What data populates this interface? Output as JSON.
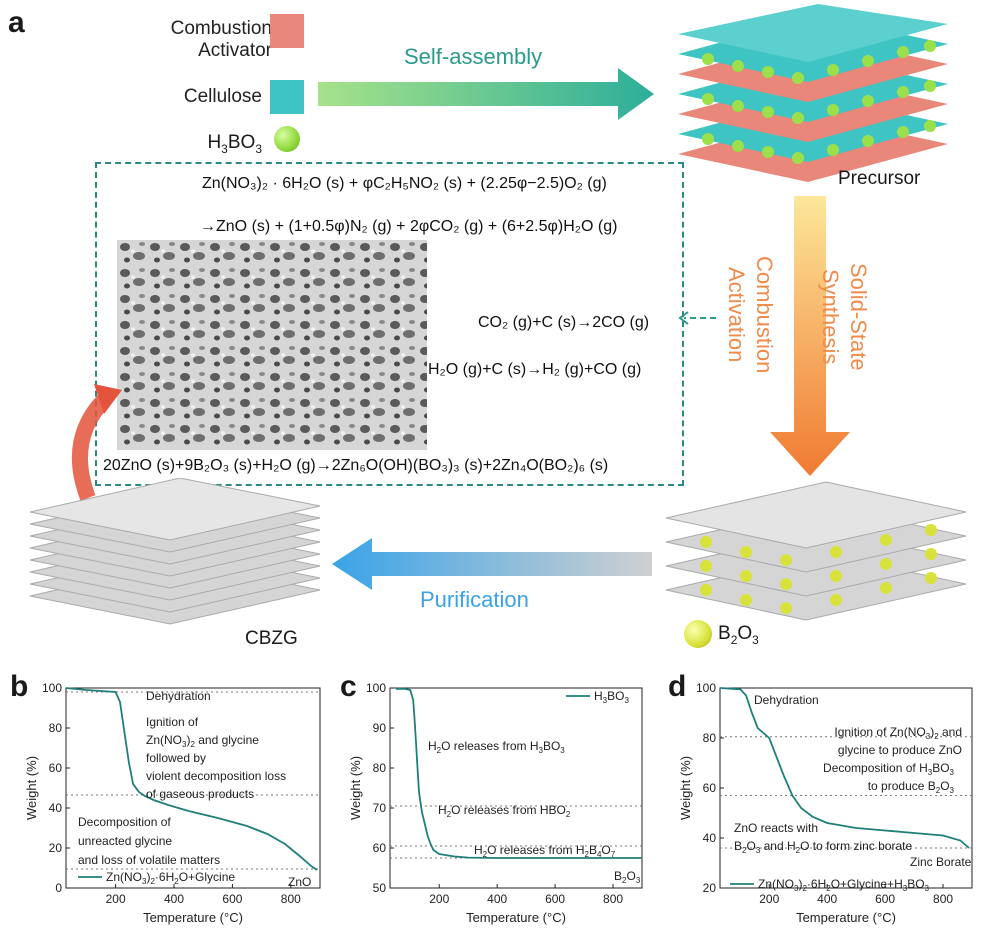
{
  "panel_a": {
    "letter": "a",
    "legend": {
      "combustion_activator": "Combustion Activator",
      "cellulose": "Cellulose",
      "h3bo3": "H3BO3"
    },
    "self_assembly": "Self-assembly",
    "precursor": "Precursor",
    "solid_state_synthesis": "Solid-State Synthesis",
    "combustion_activation": "Combustion Activation",
    "purification": "Purification",
    "cbzg": "CBZG",
    "b2o3": "B2O3",
    "equations": [
      "Zn(NO₃)₂ · 6H₂O (s) + φC₂H₅NO₂ (s) + (2.25φ−2.5)O₂ (g)",
      "→ZnO (s) + (1+0.5φ)N₂ (g) + 2φCO₂ (g) + (6+2.5φ)H₂O (g)",
      "CO₂ (g)+C (s)→2CO (g)",
      "H₂O (g)+C (s)→H₂ (g)+CO (g)",
      "20ZnO (s)+9B₂O₃ (s)+H₂O (g)→2Zn₆O(OH)(BO₃)₃ (s)+2Zn₄O(BO₂)₆ (s)"
    ],
    "colors": {
      "activator": "#e8877a",
      "cellulose": "#3fc4c4",
      "boric": "#9be04a",
      "b2o3": "#d8e23a",
      "teal": "#2a9a8a",
      "orange": "#ef8a4a",
      "blue": "#3aa3e8"
    }
  },
  "charts": [
    {
      "letter": "b",
      "chart_data": {
        "type": "line",
        "xlabel": "Temperature (°C)",
        "ylabel": "Weight (%)",
        "xlim": [
          30,
          900
        ],
        "ylim": [
          0,
          100
        ],
        "xticks": [
          200,
          400,
          600,
          800
        ],
        "yticks": [
          0,
          20,
          40,
          60,
          80,
          100
        ],
        "series": [
          {
            "name": "Zn(NO3)2·6H2O+Glycine",
            "x": [
              30,
              100,
              150,
              200,
              215,
              230,
              245,
              260,
              280,
              300,
              330,
              380,
              450,
              550,
              650,
              720,
              780,
              830,
              870,
              890
            ],
            "y": [
              100,
              99,
              98.5,
              98,
              93,
              78,
              63,
              52,
              48,
              46,
              44,
              41.5,
              38.5,
              35,
              31,
              27,
              22,
              16,
              11,
              9
            ]
          }
        ],
        "reference_lines": [
          98,
          46.5,
          9.5
        ],
        "annotations": [
          "Dehydration",
          "Ignition of Zn(NO3)2 and glycine followed by violent decomposition loss of gaseous products",
          "Decomposition of unreacted glycine and loss of volatile matters",
          "ZnO"
        ],
        "grid": false,
        "legend_position": "bottom"
      }
    },
    {
      "letter": "c",
      "chart_data": {
        "type": "line",
        "xlabel": "Temperature (°C)",
        "ylabel": "Weight (%)",
        "xlim": [
          30,
          900
        ],
        "ylim": [
          50,
          100
        ],
        "xticks": [
          200,
          400,
          600,
          800
        ],
        "yticks": [
          50,
          60,
          70,
          80,
          90,
          100
        ],
        "series": [
          {
            "name": "H3BO3",
            "x": [
              50,
              80,
              100,
              110,
              115,
              120,
              125,
              130,
              140,
              150,
              160,
              170,
              180,
              200,
              250,
              300,
              400,
              600,
              800,
              900
            ],
            "y": [
              99.8,
              99.8,
              99.5,
              97,
              92,
              86,
              80,
              74,
              69,
              66,
              63,
              61,
              59.5,
              58.5,
              57.9,
              57.6,
              57.5,
              57.5,
              57.5,
              57.5
            ]
          }
        ],
        "reference_lines": [
          70.5,
          60.5,
          57.5
        ],
        "annotations": [
          "H2O releases from H3BO3",
          "H2O releases from HBO2",
          "H2O releases from H2B4O7",
          "B2O3"
        ],
        "grid": false,
        "legend_position": "top-right"
      }
    },
    {
      "letter": "d",
      "chart_data": {
        "type": "line",
        "xlabel": "Temperature (°C)",
        "ylabel": "Weight (%)",
        "xlim": [
          30,
          900
        ],
        "ylim": [
          20,
          100
        ],
        "xticks": [
          200,
          400,
          600,
          800
        ],
        "yticks": [
          20,
          40,
          60,
          80,
          100
        ],
        "series": [
          {
            "name": "Zn(NO3)2·6H2O+Glycine+H3BO3",
            "x": [
              30,
              100,
              120,
              140,
              160,
              180,
              200,
              220,
              250,
              280,
              310,
              350,
              400,
              500,
              600,
              700,
              800,
              860,
              890
            ],
            "y": [
              100,
              99.5,
              97,
              90,
              84,
              82,
              80,
              74,
              65,
              57,
              52,
              48.5,
              46,
              44,
              43,
              42,
              41,
              39,
              36
            ]
          }
        ],
        "reference_lines": [
          80.5,
          57,
          36
        ],
        "annotations": [
          "Dehydration",
          "Ignition of Zn(NO3)2 and glycine to produce ZnO",
          "Decomposition of H3BO3 to produce B2O3",
          "ZnO reacts with B2O3 and H2O to form zinc borate",
          "Zinc Borate"
        ],
        "grid": false,
        "legend_position": "bottom"
      }
    }
  ]
}
